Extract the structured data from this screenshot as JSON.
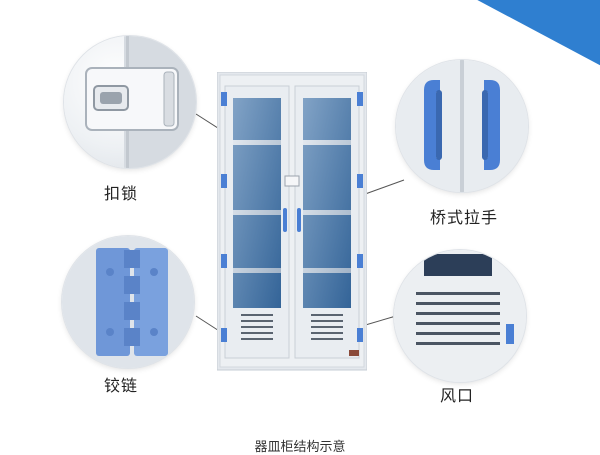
{
  "callouts": {
    "lock": {
      "label": "扣锁"
    },
    "handle": {
      "label": "桥式拉手"
    },
    "hinge": {
      "label": "铰链"
    },
    "vent": {
      "label": "风口"
    }
  },
  "caption": "器皿柜结构示意",
  "colors": {
    "accent": "#2f7fd0",
    "cabinet_frame": "#dfe4ea",
    "glass": "#3b6fa8",
    "fitting": "#4a7fd4"
  },
  "icons": {
    "lock": "lock-icon",
    "handle": "handle-icon",
    "hinge": "hinge-icon",
    "vent": "vent-icon"
  }
}
